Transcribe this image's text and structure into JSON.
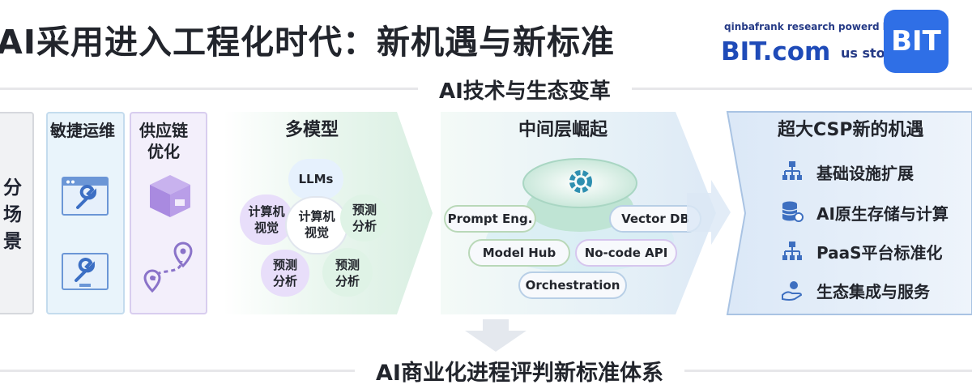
{
  "header": {
    "title": "AI采用进入工程化时代：新机遇与新标准",
    "brand_small": "qinbafrank research powerd by BIT",
    "brand_big": "BIT.com",
    "brand_sub": "us stocks",
    "logo_text": "BIT"
  },
  "top_band": {
    "title": "AI技术与生态变革"
  },
  "columns": {
    "scenes": {
      "label": "分场景"
    },
    "agile": {
      "title": "敏捷运维"
    },
    "supply": {
      "title_line1": "供应链",
      "title_line2": "优化"
    }
  },
  "multi_model": {
    "title": "多模型",
    "center": {
      "line1": "计算机",
      "line2": "视觉"
    },
    "llms": "LLMs",
    "left": {
      "line1": "计算机",
      "line2": "视觉"
    },
    "right": {
      "line1": "预测",
      "line2": "分析"
    },
    "bottom_left": {
      "line1": "预测",
      "line2": "分析"
    },
    "bottom_right": {
      "line1": "预测",
      "line2": "分析"
    }
  },
  "middle_layer": {
    "title": "中间层崛起",
    "pills": {
      "prompt": "Prompt Eng.",
      "vector": "Vector DB",
      "hub": "Model Hub",
      "nocode": "No-code API",
      "orchestration": "Orchestration"
    }
  },
  "opportunities": {
    "title": "超大CSP新的机遇",
    "items": [
      {
        "label": "基础设施扩展",
        "icon": "network-icon"
      },
      {
        "label": "AI原生存储与计算",
        "icon": "database-gear-icon"
      },
      {
        "label": "PaaS平台标准化",
        "icon": "network-icon"
      },
      {
        "label": "生态集成与服务",
        "icon": "hand-service-icon"
      }
    ]
  },
  "bottom_band": {
    "title": "AI商业化进程评判新标准体系"
  },
  "colors": {
    "brand_blue": "#2f6fe6",
    "green_panel": "#e3f3ea",
    "blue_panel": "#e1ecf8",
    "purple_node": "#e8defa"
  }
}
